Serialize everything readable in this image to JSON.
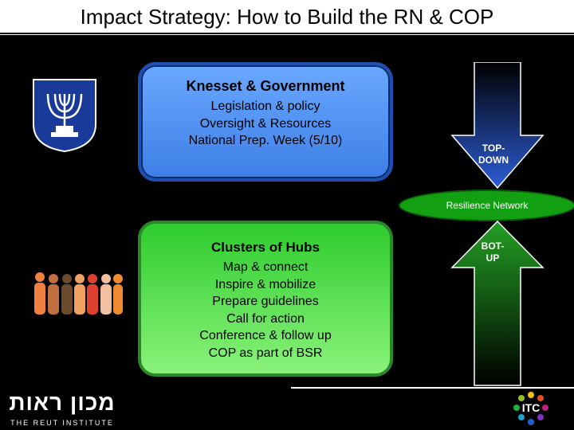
{
  "title": "Impact Strategy: How to Build the RN & COP",
  "top_box": {
    "heading": "Knesset & Government",
    "lines": [
      "Legislation & policy",
      "Oversight & Resources",
      "National Prep. Week (5/10)"
    ]
  },
  "bottom_box": {
    "heading": "Clusters of Hubs",
    "lines": [
      "Map & connect",
      "Inspire & mobilize",
      "Prepare guidelines",
      "Call for action",
      "Conference & follow up",
      "COP as part of BSR"
    ]
  },
  "arrows": {
    "down_label": "TOP-DOWN",
    "up_label": "BOT-UP"
  },
  "network_label": "Resilience Network",
  "logos": {
    "left_text": "מכון ראות",
    "left_subtext": "THE REUT INSTITUTE",
    "right_text": "ITC"
  },
  "colors": {
    "top_box": "#4a8ff5",
    "bottom_box": "#5ee05a",
    "arrow_down": "#1f3a9a",
    "arrow_up": "#0f6a0f",
    "network": "#12a012"
  }
}
